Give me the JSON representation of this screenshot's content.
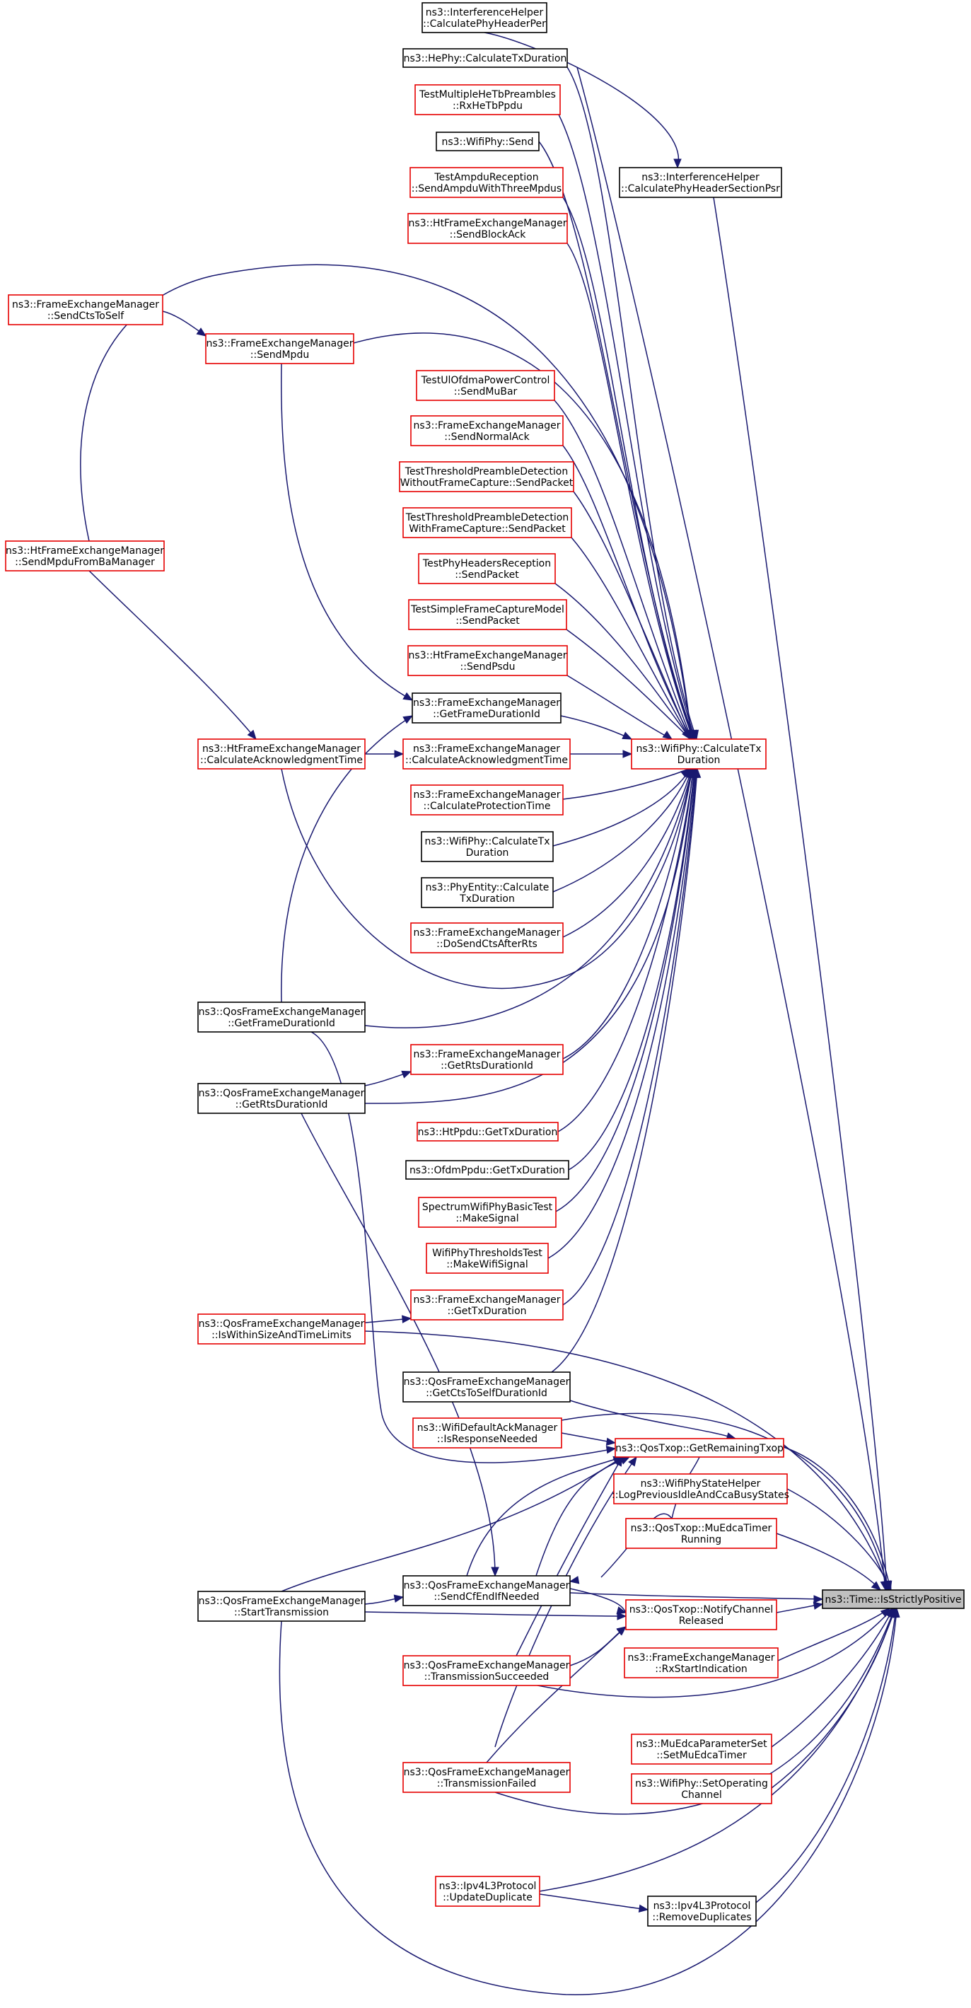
{
  "colors": {
    "edge": "#191970",
    "red_border": "#e60000",
    "black_border": "#000000",
    "root_fill": "#bfbfbf"
  },
  "nodes": [
    {
      "id": "root",
      "lines": [
        "ns3::Time::IsStrictlyPositive"
      ],
      "style": "gray"
    },
    {
      "id": "ih_per",
      "lines": [
        "ns3::InterferenceHelper",
        "::CalculatePhyHeaderPer"
      ],
      "style": "black"
    },
    {
      "id": "ih_psr",
      "lines": [
        "ns3::InterferenceHelper",
        "::CalculatePhyHeaderSectionPsr"
      ],
      "style": "black"
    },
    {
      "id": "hephy",
      "lines": [
        "ns3::HePhy::CalculateTxDuration"
      ],
      "style": "black"
    },
    {
      "id": "tmhtb",
      "lines": [
        "TestMultipleHeTbPreambles",
        "::RxHeTbPpdu"
      ],
      "style": "red"
    },
    {
      "id": "wifiphy_send",
      "lines": [
        "ns3::WifiPhy::Send"
      ],
      "style": "black"
    },
    {
      "id": "tar",
      "lines": [
        "TestAmpduReception",
        "::SendAmpduWithThreeMpdus"
      ],
      "style": "red"
    },
    {
      "id": "htfem_sba",
      "lines": [
        "ns3::HtFrameExchangeManager",
        "::SendBlockAck"
      ],
      "style": "red"
    },
    {
      "id": "fem_ctsself",
      "lines": [
        "ns3::FrameExchangeManager",
        "::SendCtsToSelf"
      ],
      "style": "red"
    },
    {
      "id": "fem_sendmpdu",
      "lines": [
        "ns3::FrameExchangeManager",
        "::SendMpdu"
      ],
      "style": "red"
    },
    {
      "id": "tuopc",
      "lines": [
        "TestUlOfdmaPowerControl",
        "::SendMuBar"
      ],
      "style": "red"
    },
    {
      "id": "fem_sna",
      "lines": [
        "ns3::FrameExchangeManager",
        "::SendNormalAck"
      ],
      "style": "red"
    },
    {
      "id": "ttpd_wo",
      "lines": [
        "TestThresholdPreambleDetection",
        "WithoutFrameCapture::SendPacket"
      ],
      "style": "red"
    },
    {
      "id": "ttpd_w",
      "lines": [
        "TestThresholdPreambleDetection",
        "WithFrameCapture::SendPacket"
      ],
      "style": "red"
    },
    {
      "id": "tphr",
      "lines": [
        "TestPhyHeadersReception",
        "::SendPacket"
      ],
      "style": "red"
    },
    {
      "id": "tsfcm",
      "lines": [
        "TestSimpleFrameCaptureModel",
        "::SendPacket"
      ],
      "style": "red"
    },
    {
      "id": "htfem_spsdu",
      "lines": [
        "ns3::HtFrameExchangeManager",
        "::SendPsdu"
      ],
      "style": "red"
    },
    {
      "id": "htfem_smfba",
      "lines": [
        "ns3::HtFrameExchangeManager",
        "::SendMpduFromBaManager"
      ],
      "style": "red"
    },
    {
      "id": "fem_gfdi",
      "lines": [
        "ns3::FrameExchangeManager",
        "::GetFrameDurationId"
      ],
      "style": "black"
    },
    {
      "id": "htfem_cat",
      "lines": [
        "ns3::HtFrameExchangeManager",
        "::CalculateAcknowledgmentTime"
      ],
      "style": "red"
    },
    {
      "id": "fem_cat",
      "lines": [
        "ns3::FrameExchangeManager",
        "::CalculateAcknowledgmentTime"
      ],
      "style": "red"
    },
    {
      "id": "wp_ctd",
      "lines": [
        "ns3::WifiPhy::CalculateTx",
        "Duration"
      ],
      "style": "red"
    },
    {
      "id": "fem_cpt",
      "lines": [
        "ns3::FrameExchangeManager",
        "::CalculateProtectionTime"
      ],
      "style": "red"
    },
    {
      "id": "wp_ctd2",
      "lines": [
        "ns3::WifiPhy::CalculateTx",
        "Duration"
      ],
      "style": "black"
    },
    {
      "id": "pe_ctd",
      "lines": [
        "ns3::PhyEntity::Calculate",
        "TxDuration"
      ],
      "style": "black"
    },
    {
      "id": "fem_dscar",
      "lines": [
        "ns3::FrameExchangeManager",
        "::DoSendCtsAfterRts"
      ],
      "style": "red"
    },
    {
      "id": "qfem_gfdi",
      "lines": [
        "ns3::QosFrameExchangeManager",
        "::GetFrameDurationId"
      ],
      "style": "black"
    },
    {
      "id": "fem_grdi",
      "lines": [
        "ns3::FrameExchangeManager",
        "::GetRtsDurationId"
      ],
      "style": "red"
    },
    {
      "id": "qfem_grdi",
      "lines": [
        "ns3::QosFrameExchangeManager",
        "::GetRtsDurationId"
      ],
      "style": "black"
    },
    {
      "id": "htppdu",
      "lines": [
        "ns3::HtPpdu::GetTxDuration"
      ],
      "style": "red"
    },
    {
      "id": "ofdmppdu",
      "lines": [
        "ns3::OfdmPpdu::GetTxDuration"
      ],
      "style": "black"
    },
    {
      "id": "swpbt",
      "lines": [
        "SpectrumWifiPhyBasicTest",
        "::MakeSignal"
      ],
      "style": "red"
    },
    {
      "id": "wptt",
      "lines": [
        "WifiPhyThresholdsTest",
        "::MakeWifiSignal"
      ],
      "style": "red"
    },
    {
      "id": "fem_gtd",
      "lines": [
        "ns3::FrameExchangeManager",
        "::GetTxDuration"
      ],
      "style": "red"
    },
    {
      "id": "qfem_iwsatl",
      "lines": [
        "ns3::QosFrameExchangeManager",
        "::IsWithinSizeAndTimeLimits"
      ],
      "style": "red"
    },
    {
      "id": "qfem_gctsdi",
      "lines": [
        "ns3::QosFrameExchangeManager",
        "::GetCtsToSelfDurationId"
      ],
      "style": "black"
    },
    {
      "id": "wdam",
      "lines": [
        "ns3::WifiDefaultAckManager",
        "::IsResponseNeeded"
      ],
      "style": "red"
    },
    {
      "id": "qtxop_grt",
      "lines": [
        "ns3::QosTxop::GetRemainingTxop"
      ],
      "style": "red"
    },
    {
      "id": "wpsh",
      "lines": [
        "ns3::WifiPhyStateHelper",
        "::LogPreviousIdleAndCcaBusyStates"
      ],
      "style": "red"
    },
    {
      "id": "qtxop_mu",
      "lines": [
        "ns3::QosTxop::MuEdcaTimer",
        "Running"
      ],
      "style": "red"
    },
    {
      "id": "qfem_st",
      "lines": [
        "ns3::QosFrameExchangeManager",
        "::StartTransmission"
      ],
      "style": "black"
    },
    {
      "id": "qfem_scfein",
      "lines": [
        "ns3::QosFrameExchangeManager",
        "::SendCfEndIfNeeded"
      ],
      "style": "black"
    },
    {
      "id": "qtxop_ncr",
      "lines": [
        "ns3::QosTxop::NotifyChannel",
        "Released"
      ],
      "style": "red"
    },
    {
      "id": "qfem_ts",
      "lines": [
        "ns3::QosFrameExchangeManager",
        "::TransmissionSucceeded"
      ],
      "style": "red"
    },
    {
      "id": "fem_rsi",
      "lines": [
        "ns3::FrameExchangeManager",
        "::RxStartIndication"
      ],
      "style": "red"
    },
    {
      "id": "mueps",
      "lines": [
        "ns3::MuEdcaParameterSet",
        "::SetMuEdcaTimer"
      ],
      "style": "red"
    },
    {
      "id": "wp_soc",
      "lines": [
        "ns3::WifiPhy::SetOperating",
        "Channel"
      ],
      "style": "red"
    },
    {
      "id": "qfem_tf",
      "lines": [
        "ns3::QosFrameExchangeManager",
        "::TransmissionFailed"
      ],
      "style": "red"
    },
    {
      "id": "ipv4_ud",
      "lines": [
        "ns3::Ipv4L3Protocol",
        "::UpdateDuplicate"
      ],
      "style": "red"
    },
    {
      "id": "ipv4_rd",
      "lines": [
        "ns3::Ipv4L3Protocol",
        "::RemoveDuplicates"
      ],
      "style": "black"
    }
  ]
}
